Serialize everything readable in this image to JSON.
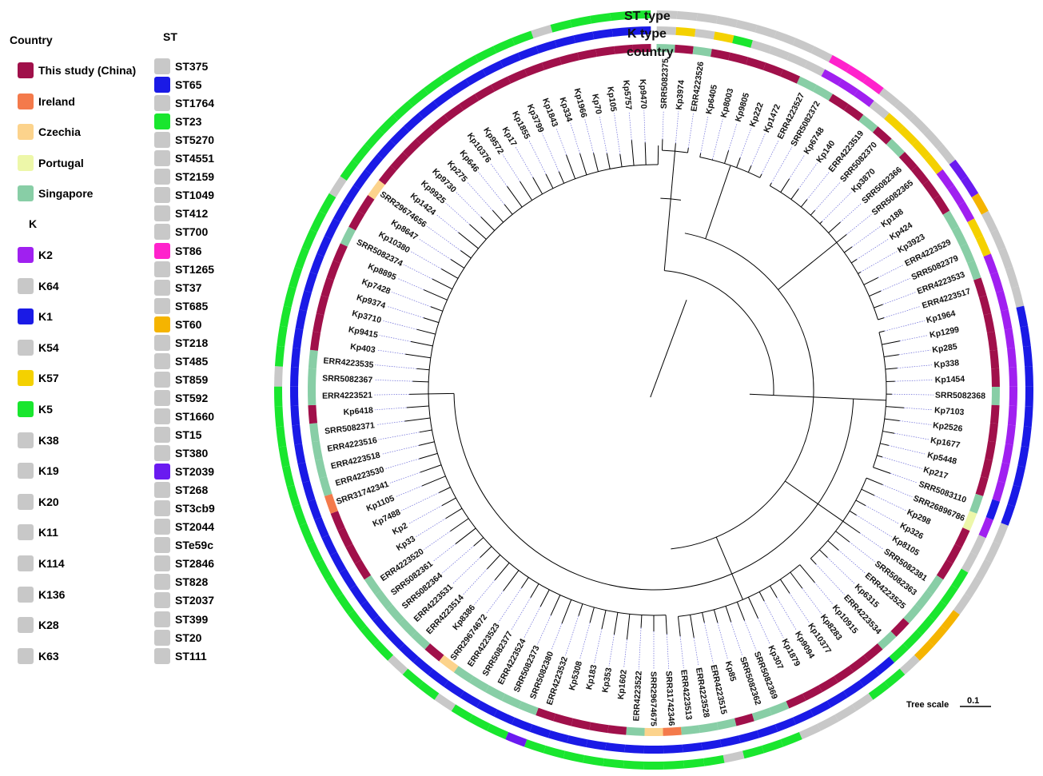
{
  "legend": {
    "country_title": "Country",
    "countries": [
      {
        "label": "This study (China)",
        "color": "#A0104A"
      },
      {
        "label": "Ireland",
        "color": "#F47A4B"
      },
      {
        "label": "Czechia",
        "color": "#FCD38C"
      },
      {
        "label": "Portugal",
        "color": "#EDF7A9"
      },
      {
        "label": "Singapore",
        "color": "#88CEA6"
      }
    ],
    "k_title": "K",
    "k_types": [
      {
        "label": "K2",
        "color": "#A020F0"
      },
      {
        "label": "K64",
        "color": "#C8C8C8"
      },
      {
        "label": "K1",
        "color": "#1A1AE6"
      },
      {
        "label": "K54",
        "color": "#C8C8C8"
      },
      {
        "label": "K57",
        "color": "#F4D100"
      },
      {
        "label": "K5",
        "color": "#19E62E"
      },
      {
        "label": "K38",
        "color": "#C8C8C8"
      },
      {
        "label": "K19",
        "color": "#C8C8C8"
      },
      {
        "label": "K20",
        "color": "#C8C8C8"
      },
      {
        "label": "K11",
        "color": "#C8C8C8"
      },
      {
        "label": "K114",
        "color": "#C8C8C8"
      },
      {
        "label": "K136",
        "color": "#C8C8C8"
      },
      {
        "label": "K28",
        "color": "#C8C8C8"
      },
      {
        "label": "K63",
        "color": "#C8C8C8"
      }
    ],
    "st_title": "ST",
    "st_types": [
      {
        "label": "ST375",
        "color": "#C8C8C8"
      },
      {
        "label": "ST65",
        "color": "#1A1AE6"
      },
      {
        "label": "ST1764",
        "color": "#C8C8C8"
      },
      {
        "label": "ST23",
        "color": "#19E62E"
      },
      {
        "label": "ST5270",
        "color": "#C8C8C8"
      },
      {
        "label": "ST4551",
        "color": "#C8C8C8"
      },
      {
        "label": "ST2159",
        "color": "#C8C8C8"
      },
      {
        "label": "ST1049",
        "color": "#C8C8C8"
      },
      {
        "label": "ST412",
        "color": "#C8C8C8"
      },
      {
        "label": "ST700",
        "color": "#C8C8C8"
      },
      {
        "label": "ST86",
        "color": "#FF22CC"
      },
      {
        "label": "ST1265",
        "color": "#C8C8C8"
      },
      {
        "label": "ST37",
        "color": "#C8C8C8"
      },
      {
        "label": "ST685",
        "color": "#C8C8C8"
      },
      {
        "label": "ST60",
        "color": "#F5B400"
      },
      {
        "label": "ST218",
        "color": "#C8C8C8"
      },
      {
        "label": "ST485",
        "color": "#C8C8C8"
      },
      {
        "label": "ST859",
        "color": "#C8C8C8"
      },
      {
        "label": "ST592",
        "color": "#C8C8C8"
      },
      {
        "label": "ST1660",
        "color": "#C8C8C8"
      },
      {
        "label": "ST15",
        "color": "#C8C8C8"
      },
      {
        "label": "ST380",
        "color": "#C8C8C8"
      },
      {
        "label": "ST2039",
        "color": "#6A1AF0"
      },
      {
        "label": "ST268",
        "color": "#C8C8C8"
      },
      {
        "label": "ST3cb9",
        "color": "#C8C8C8"
      },
      {
        "label": "ST2044",
        "color": "#C8C8C8"
      },
      {
        "label": "STe59c",
        "color": "#C8C8C8"
      },
      {
        "label": "ST2846",
        "color": "#C8C8C8"
      },
      {
        "label": "ST828",
        "color": "#C8C8C8"
      },
      {
        "label": "ST2037",
        "color": "#C8C8C8"
      },
      {
        "label": "ST399",
        "color": "#C8C8C8"
      },
      {
        "label": "ST20",
        "color": "#C8C8C8"
      },
      {
        "label": "ST111",
        "color": "#C8C8C8"
      }
    ]
  },
  "rings": {
    "st_label": "ST type",
    "k_label": "K type",
    "country_label": "country"
  },
  "scale": {
    "label": "Tree scale",
    "value": "0.1"
  },
  "leaves": [
    {
      "n": "SRR5082375",
      "c": "Singapore",
      "k": "K64",
      "st": "ST375"
    },
    {
      "n": "Kp3974",
      "c": "China",
      "k": "K57",
      "st": "ST1764"
    },
    {
      "n": "ERR4223526",
      "c": "Singapore",
      "k": "K64",
      "st": "ST375"
    },
    {
      "n": "Kp6405",
      "c": "China",
      "k": "K57",
      "st": "ST5270"
    },
    {
      "n": "Kp8003",
      "c": "China",
      "k": "K5",
      "st": "ST5270"
    },
    {
      "n": "Kp9805",
      "c": "China",
      "k": "K38",
      "st": "ST4551"
    },
    {
      "n": "Kp222",
      "c": "China",
      "k": "K19",
      "st": "ST2159"
    },
    {
      "n": "Kp1472",
      "c": "China",
      "k": "K20",
      "st": "ST1049"
    },
    {
      "n": "ERR4223527",
      "c": "Singapore",
      "k": "K11",
      "st": "ST412"
    },
    {
      "n": "SRR5082372",
      "c": "Singapore",
      "k": "K2",
      "st": "ST86"
    },
    {
      "n": "Kp6748",
      "c": "China",
      "k": "K2",
      "st": "ST86"
    },
    {
      "n": "Kp140",
      "c": "China",
      "k": "K2",
      "st": "ST86"
    },
    {
      "n": "ERR4223519",
      "c": "Singapore",
      "k": "K64",
      "st": "ST700"
    },
    {
      "n": "SRR5082370",
      "c": "China",
      "k": "K57",
      "st": "ST412"
    },
    {
      "n": "Kp3870",
      "c": "Singapore",
      "k": "K57",
      "st": "ST412"
    },
    {
      "n": "SRR5082366",
      "c": "China",
      "k": "K57",
      "st": "ST412"
    },
    {
      "n": "SRR5082365",
      "c": "China",
      "k": "K57",
      "st": "ST412"
    },
    {
      "n": "Kp188",
      "c": "China",
      "k": "K2",
      "st": "ST2039"
    },
    {
      "n": "Kp424",
      "c": "China",
      "k": "K2",
      "st": "ST2039"
    },
    {
      "n": "Kp3923",
      "c": "Singapore",
      "k": "K2",
      "st": "ST60"
    },
    {
      "n": "ERR4223529",
      "c": "Singapore",
      "k": "K57",
      "st": "ST1265"
    },
    {
      "n": "SRR5082379",
      "c": "Singapore",
      "k": "K57",
      "st": "ST1265"
    },
    {
      "n": "ERR4223533",
      "c": "Singapore",
      "k": "K2",
      "st": "ST37"
    },
    {
      "n": "ERR4223517",
      "c": "China",
      "k": "K2",
      "st": "ST685"
    },
    {
      "n": "Kp1964",
      "c": "China",
      "k": "K2",
      "st": "ST685"
    },
    {
      "n": "Kp1299",
      "c": "China",
      "k": "K2",
      "st": "ST65"
    },
    {
      "n": "Kp285",
      "c": "China",
      "k": "K2",
      "st": "ST65"
    },
    {
      "n": "Kp338",
      "c": "China",
      "k": "K2",
      "st": "ST65"
    },
    {
      "n": "Kp1454",
      "c": "China",
      "k": "K2",
      "st": "ST65"
    },
    {
      "n": "SRR5082368",
      "c": "Singapore",
      "k": "K2",
      "st": "ST65"
    },
    {
      "n": "Kp7103",
      "c": "China",
      "k": "K2",
      "st": "ST65"
    },
    {
      "n": "Kp2526",
      "c": "China",
      "k": "K2",
      "st": "ST65"
    },
    {
      "n": "Kp1677",
      "c": "China",
      "k": "K2",
      "st": "ST65"
    },
    {
      "n": "Kp5448",
      "c": "China",
      "k": "K2",
      "st": "ST65"
    },
    {
      "n": "Kp217",
      "c": "China",
      "k": "K2",
      "st": "ST65"
    },
    {
      "n": "SRR5083110",
      "c": "Singapore",
      "k": "K1",
      "st": "ST65"
    },
    {
      "n": "SRR26896786",
      "c": "Portugal",
      "k": "K2",
      "st": "ST218"
    },
    {
      "n": "Kp298",
      "c": "China",
      "k": "K54",
      "st": "ST485"
    },
    {
      "n": "Kp326",
      "c": "China",
      "k": "K54",
      "st": "ST485"
    },
    {
      "n": "Kp8105",
      "c": "China",
      "k": "K5",
      "st": "ST859"
    },
    {
      "n": "SRR5082381",
      "c": "Singapore",
      "k": "K5",
      "st": "ST859"
    },
    {
      "n": "SRR5082363",
      "c": "Singapore",
      "k": "K5",
      "st": "ST60"
    },
    {
      "n": "ERR4223525",
      "c": "Singapore",
      "k": "K5",
      "st": "ST60"
    },
    {
      "n": "Kp6315",
      "c": "China",
      "k": "K5",
      "st": "ST60"
    },
    {
      "n": "ERR4223534",
      "c": "Singapore",
      "k": "K5",
      "st": "ST592"
    },
    {
      "n": "Kp10915",
      "c": "China",
      "k": "K1",
      "st": "ST23"
    },
    {
      "n": "Kp8283",
      "c": "China",
      "k": "K1",
      "st": "ST23"
    },
    {
      "n": "Kp10377",
      "c": "China",
      "k": "K1",
      "st": "ST1660"
    },
    {
      "n": "Kp9094",
      "c": "China",
      "k": "K1",
      "st": "ST1660"
    },
    {
      "n": "Kp1879",
      "c": "China",
      "k": "K1",
      "st": "ST1660"
    },
    {
      "n": "Kp307",
      "c": "China",
      "k": "K1",
      "st": "ST1660"
    },
    {
      "n": "SRR5082369",
      "c": "Singapore",
      "k": "K1",
      "st": "ST23"
    },
    {
      "n": "SRR5082362",
      "c": "Singapore",
      "k": "K1",
      "st": "ST23"
    },
    {
      "n": "Kp85",
      "c": "China",
      "k": "K1",
      "st": "ST23"
    },
    {
      "n": "ERR4223515",
      "c": "Singapore",
      "k": "K1",
      "st": "ST15"
    },
    {
      "n": "ERR4223528",
      "c": "Singapore",
      "k": "K1",
      "st": "ST23"
    },
    {
      "n": "ERR4223513",
      "c": "Singapore",
      "k": "K1",
      "st": "ST23"
    },
    {
      "n": "SRR31742346",
      "c": "Ireland",
      "k": "K1",
      "st": "ST23"
    },
    {
      "n": "SRR29674675",
      "c": "Czechia",
      "k": "K1",
      "st": "ST23"
    },
    {
      "n": "ERR4223522",
      "c": "Singapore",
      "k": "K1",
      "st": "ST23"
    },
    {
      "n": "Kp1602",
      "c": "China",
      "k": "K1",
      "st": "ST23"
    },
    {
      "n": "Kp353",
      "c": "China",
      "k": "K1",
      "st": "ST23"
    },
    {
      "n": "Kp183",
      "c": "China",
      "k": "K1",
      "st": "ST23"
    },
    {
      "n": "Kp5308",
      "c": "China",
      "k": "K1",
      "st": "ST23"
    },
    {
      "n": "ERR4223532",
      "c": "China",
      "k": "K1",
      "st": "ST23"
    },
    {
      "n": "SRR5082380",
      "c": "Singapore",
      "k": "K1",
      "st": "ST2039"
    },
    {
      "n": "SRR5082373",
      "c": "Singapore",
      "k": "K1",
      "st": "ST23"
    },
    {
      "n": "ERR4223524",
      "c": "Singapore",
      "k": "K1",
      "st": "ST23"
    },
    {
      "n": "SRR5082377",
      "c": "Singapore",
      "k": "K1",
      "st": "ST23"
    },
    {
      "n": "ERR4223523",
      "c": "Singapore",
      "k": "K1",
      "st": "ST380"
    },
    {
      "n": "SRR29674672",
      "c": "Czechia",
      "k": "K1",
      "st": "ST23"
    },
    {
      "n": "Kp8386",
      "c": "China",
      "k": "K1",
      "st": "ST23"
    },
    {
      "n": "ERR4223514",
      "c": "Singapore",
      "k": "K1",
      "st": "ST380"
    },
    {
      "n": "ERR4223531",
      "c": "Singapore",
      "k": "K1",
      "st": "ST23"
    },
    {
      "n": "SRR5082364",
      "c": "Singapore",
      "k": "K1",
      "st": "ST23"
    },
    {
      "n": "SRR5082361",
      "c": "Singapore",
      "k": "K1",
      "st": "ST23"
    },
    {
      "n": "ERR4223520",
      "c": "Singapore",
      "k": "K1",
      "st": "ST23"
    },
    {
      "n": "Kp33",
      "c": "China",
      "k": "K1",
      "st": "ST23"
    },
    {
      "n": "Kp2",
      "c": "China",
      "k": "K1",
      "st": "ST23"
    },
    {
      "n": "Kp7488",
      "c": "China",
      "k": "K1",
      "st": "ST23"
    },
    {
      "n": "Kp1105",
      "c": "China",
      "k": "K1",
      "st": "ST23"
    },
    {
      "n": "SRR31742341",
      "c": "Ireland",
      "k": "K1",
      "st": "ST23"
    },
    {
      "n": "ERR4223530",
      "c": "Singapore",
      "k": "K1",
      "st": "ST23"
    },
    {
      "n": "ERR4223518",
      "c": "Singapore",
      "k": "K1",
      "st": "ST23"
    },
    {
      "n": "ERR4223516",
      "c": "Singapore",
      "k": "K1",
      "st": "ST23"
    },
    {
      "n": "SRR5082371",
      "c": "Singapore",
      "k": "K1",
      "st": "ST23"
    },
    {
      "n": "Kp6418",
      "c": "China",
      "k": "K1",
      "st": "ST23"
    },
    {
      "n": "ERR4223521",
      "c": "Singapore",
      "k": "K1",
      "st": "ST23"
    },
    {
      "n": "SRR5082367",
      "c": "Singapore",
      "k": "K1",
      "st": "ST268"
    },
    {
      "n": "ERR4223535",
      "c": "Singapore",
      "k": "K1",
      "st": "ST23"
    },
    {
      "n": "Kp403",
      "c": "China",
      "k": "K1",
      "st": "ST23"
    },
    {
      "n": "Kp9415",
      "c": "China",
      "k": "K1",
      "st": "ST23"
    },
    {
      "n": "Kp3710",
      "c": "China",
      "k": "K1",
      "st": "ST23"
    },
    {
      "n": "Kp9374",
      "c": "China",
      "k": "K1",
      "st": "ST23"
    },
    {
      "n": "Kp7428",
      "c": "China",
      "k": "K1",
      "st": "ST23"
    },
    {
      "n": "Kp8895",
      "c": "China",
      "k": "K1",
      "st": "ST23"
    },
    {
      "n": "SRR5082374",
      "c": "Singapore",
      "k": "K1",
      "st": "ST23"
    },
    {
      "n": "Kp10380",
      "c": "China",
      "k": "K1",
      "st": "ST23"
    },
    {
      "n": "Kp8647",
      "c": "China",
      "k": "K1",
      "st": "ST3cb9"
    },
    {
      "n": "SRR29674656",
      "c": "Czechia",
      "k": "K1",
      "st": "ST23"
    },
    {
      "n": "Kp1424",
      "c": "China",
      "k": "K1",
      "st": "ST23"
    },
    {
      "n": "Kp9925",
      "c": "China",
      "k": "K1",
      "st": "ST23"
    },
    {
      "n": "Kp9730",
      "c": "China",
      "k": "K1",
      "st": "ST23"
    },
    {
      "n": "Kp275",
      "c": "China",
      "k": "K1",
      "st": "ST23"
    },
    {
      "n": "Kp646",
      "c": "China",
      "k": "K1",
      "st": "ST23"
    },
    {
      "n": "Kp10376",
      "c": "China",
      "k": "K1",
      "st": "ST23"
    },
    {
      "n": "Kp9572",
      "c": "China",
      "k": "K1",
      "st": "ST23"
    },
    {
      "n": "Kp17",
      "c": "China",
      "k": "K1",
      "st": "ST23"
    },
    {
      "n": "Kp1855",
      "c": "China",
      "k": "K1",
      "st": "ST23"
    },
    {
      "n": "Kp3799",
      "c": "China",
      "k": "K1",
      "st": "ST23"
    },
    {
      "n": "Kp1843",
      "c": "China",
      "k": "K1",
      "st": "ST23"
    },
    {
      "n": "Kp334",
      "c": "China",
      "k": "K1",
      "st": "ST2044"
    },
    {
      "n": "Kp1966",
      "c": "China",
      "k": "K1",
      "st": "ST23"
    },
    {
      "n": "Kp70",
      "c": "China",
      "k": "K1",
      "st": "ST23"
    },
    {
      "n": "Kp105",
      "c": "China",
      "k": "K1",
      "st": "ST23"
    },
    {
      "n": "Kp5757",
      "c": "China",
      "k": "K1",
      "st": "ST23"
    },
    {
      "n": "Kp9470",
      "c": "China",
      "k": "K1",
      "st": "ST23"
    }
  ]
}
